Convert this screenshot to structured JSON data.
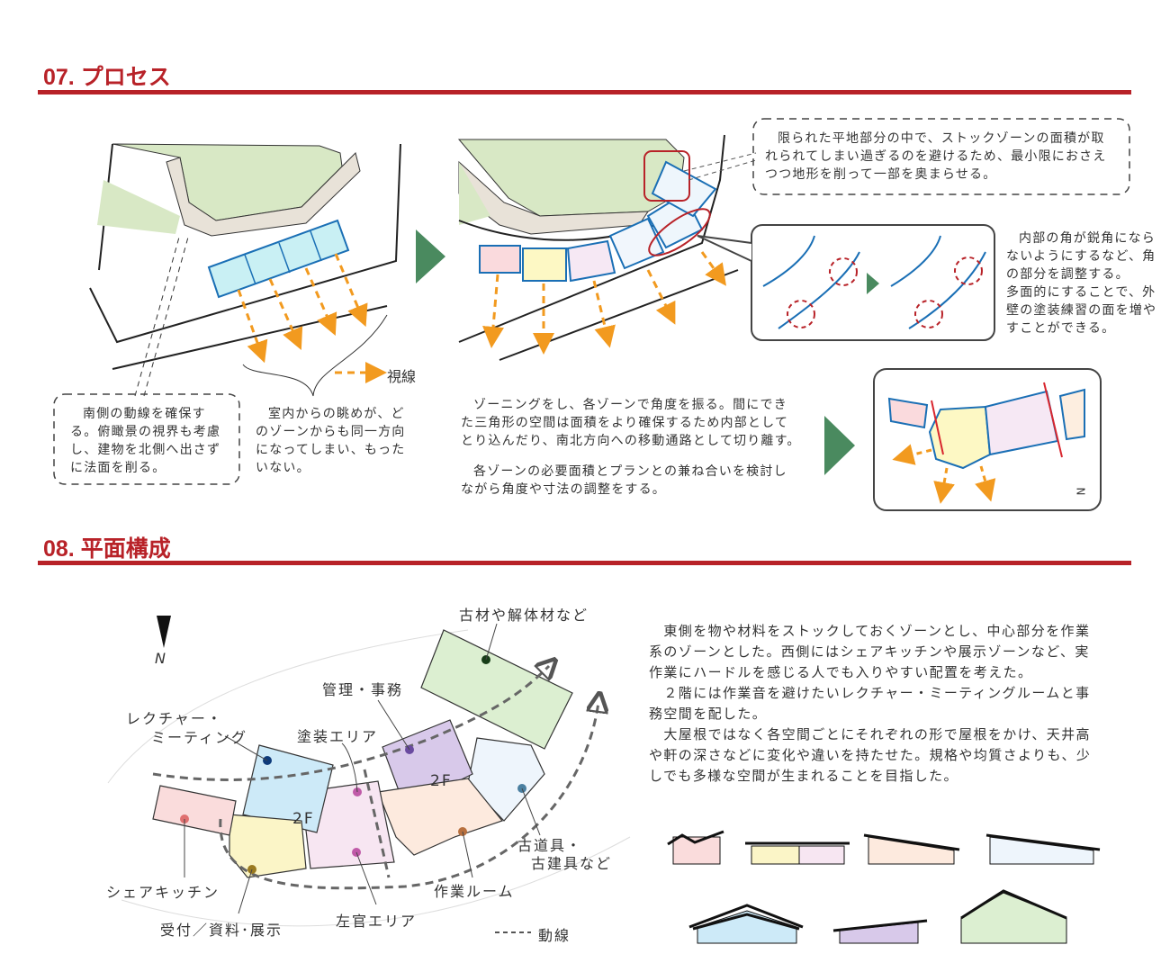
{
  "section07": {
    "title": "07. プロセス",
    "note_stock": [
      "限られた平地部分の中で、ストックゾーンの面積が取",
      "れられてしまい過ぎるのを避けるため、最小限におさえ",
      "つつ地形を削って一部を奥まらせる。"
    ],
    "note_corner": [
      "内部の角が鋭角になら",
      "ないようにするなど、角",
      "の部分を調整する。",
      "多面的にすることで、外",
      "壁の塗装練習の面を増や",
      "すことができる。"
    ],
    "note_south": [
      "南側の動線を確保す",
      "る。俯瞰景の視界も考慮",
      "し、建物を北側へ出さず",
      "に法面を削る。"
    ],
    "note_view": [
      "室内からの眺めが、ど",
      "のゾーンからも同一方向",
      "になってしまい、もった",
      "いない。"
    ],
    "legend_view": "視線",
    "note_zoning": [
      "ゾーニングをし、各ゾーンで角度を振る。間にでき",
      "た三角形の空間は面積をより確保するため内部として",
      "とり込んだり、南北方向への移動通路として切り離す。"
    ],
    "note_area": [
      "各ゾーンの必要面積とプランとの兼ね合いを検討し",
      "ながら角度や寸法の調整をする。"
    ],
    "north_label": "N"
  },
  "section08": {
    "title": "08. 平面構成",
    "north_label": "N",
    "labels": {
      "old_materials": "古材や解体材など",
      "management": "管理・事務",
      "lecture": [
        "レクチャー・",
        "ミーティング"
      ],
      "painting": "塗装エリア",
      "floor2a": "2F",
      "floor2b": "2F",
      "old_tools": [
        "古道具・",
        "古建具など"
      ],
      "workroom": "作業ルーム",
      "kitchen": "シェアキッチン",
      "plaster": "左官エリア",
      "reception": "受付／資料･展示",
      "legend_route": "動線"
    },
    "description": [
      "　東側を物や材料をストックしておくゾーンとし、中心部分を作業",
      "系のゾーンとした。西側にはシェアキッチンや展示ゾーンなど、実",
      "作業にハードルを感じる人でも入りやすい配置を考えた。",
      "　２階には作業音を避けたいレクチャー・ミーティングルームと事",
      "務空間を配した。",
      "　大屋根ではなく各空間ごとにそれぞれの形で屋根をかけ、天井高",
      "や軒の深さなどに変化や違いを持たせた。規格や均質さよりも、少",
      "しでも多様な空間が生まれることを目指した。"
    ]
  },
  "colors": {
    "accent": "#b82228",
    "arrow_green": "#4a8a5f",
    "sightline": "#f29a1f",
    "zone_blue": "#1a6fb5"
  }
}
